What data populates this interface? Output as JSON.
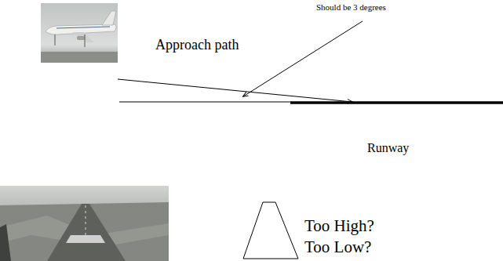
{
  "diagram": {
    "labels": [
      "Should be 3 degrees",
      "Approach path",
      "Runway",
      "Too High?",
      "Too Low?"
    ]
  }
}
